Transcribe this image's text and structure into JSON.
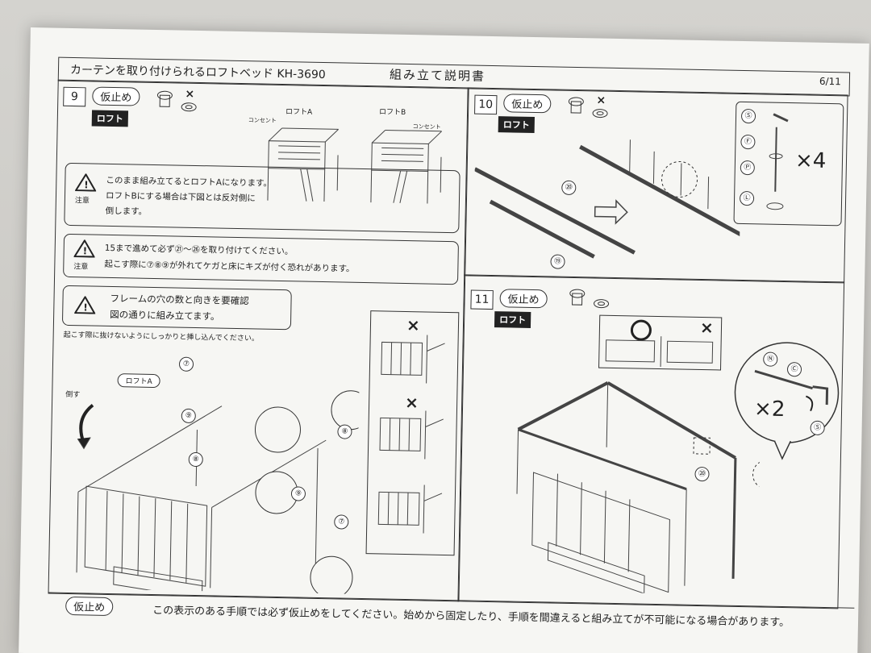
{
  "header": {
    "title": "カーテンを取り付けられるロフトベッド KH-3690",
    "heading": "組み立て説明書",
    "page": "6/11"
  },
  "step9": {
    "number": "9",
    "tag": "仮止め",
    "badge": "ロフト",
    "loft_a": "ロフトA",
    "loft_b": "ロフトB",
    "outlet": "コンセント",
    "warning1": {
      "label": "注意",
      "line1": "このまま組み立てるとロフトAになります。",
      "line2": "ロフトBにする場合は下図とは反対側に",
      "line3": "倒します。"
    },
    "warning2": {
      "label": "注意",
      "line1": "15まで進めて必ず㉑～㉖を取り付けてください。",
      "line2": "起こす際に⑦⑧⑨が外れてケガと床にキズが付く恐れがあります。"
    },
    "warning3": {
      "line1": "フレームの穴の数と向きを要確認",
      "line2": "図の通りに組み立てます。"
    },
    "note": "起こす際に抜けないようにしっかりと挿し込んでください。",
    "tilt": "倒す",
    "loft_a_label": "ロフトA",
    "parts": [
      "⑦",
      "⑨",
      "⑧",
      "⑧",
      "⑨",
      "⑦"
    ]
  },
  "step10": {
    "number": "10",
    "tag": "仮止め",
    "badge": "ロフト",
    "part_label": "⑳",
    "part_label2": "⑲",
    "multiplier": "×4",
    "hardware": [
      "Ⓢ",
      "Ⓕ",
      "Ⓟ",
      "Ⓛ"
    ]
  },
  "step11": {
    "number": "11",
    "tag": "仮止め",
    "badge": "ロフト",
    "ok": "O",
    "ng": "×",
    "part_label": "⑳",
    "multiplier": "×2",
    "hardware": [
      "Ⓝ",
      "Ⓒ",
      "Ⓢ"
    ]
  },
  "footer": {
    "tag": "仮止め",
    "text": "この表示のある手順では必ず仮止めをしてください。始めから固定したり、手順を間違えると組み立てが不可能になる場合があります。"
  },
  "colors": {
    "paper": "#f6f6f3",
    "ink": "#222222",
    "table": "#c9c7c2"
  }
}
